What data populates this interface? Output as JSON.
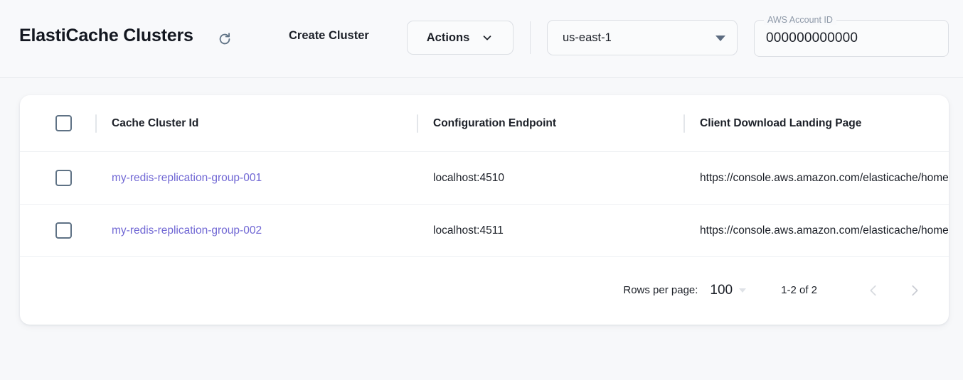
{
  "header": {
    "title": "ElastiCache Clusters",
    "refresh_icon": "refresh-icon",
    "create_label": "Create Cluster",
    "actions_label": "Actions",
    "actions_icon": "chevron-down-icon",
    "region": {
      "value": "us-east-1",
      "icon": "triangle-down-icon"
    },
    "account": {
      "label": "AWS Account ID",
      "value": "000000000000"
    }
  },
  "table": {
    "columns": [
      "Cache Cluster Id",
      "Configuration Endpoint",
      "Client Download Landing Page"
    ],
    "rows": [
      {
        "cluster_id": "my-redis-replication-group-001",
        "endpoint": "localhost:4510",
        "landing_page": "https://console.aws.amazon.com/elasticache/home"
      },
      {
        "cluster_id": "my-redis-replication-group-002",
        "endpoint": "localhost:4511",
        "landing_page": "https://console.aws.amazon.com/elasticache/home"
      }
    ]
  },
  "pagination": {
    "rows_per_page_label": "Rows per page:",
    "rows_per_page_value": "100",
    "range_label": "1-2 of 2",
    "prev_icon": "chevron-left-icon",
    "next_icon": "chevron-right-icon"
  },
  "colors": {
    "link": "#7067d4",
    "page_bg": "#f7f8fa",
    "card_bg": "#ffffff"
  }
}
